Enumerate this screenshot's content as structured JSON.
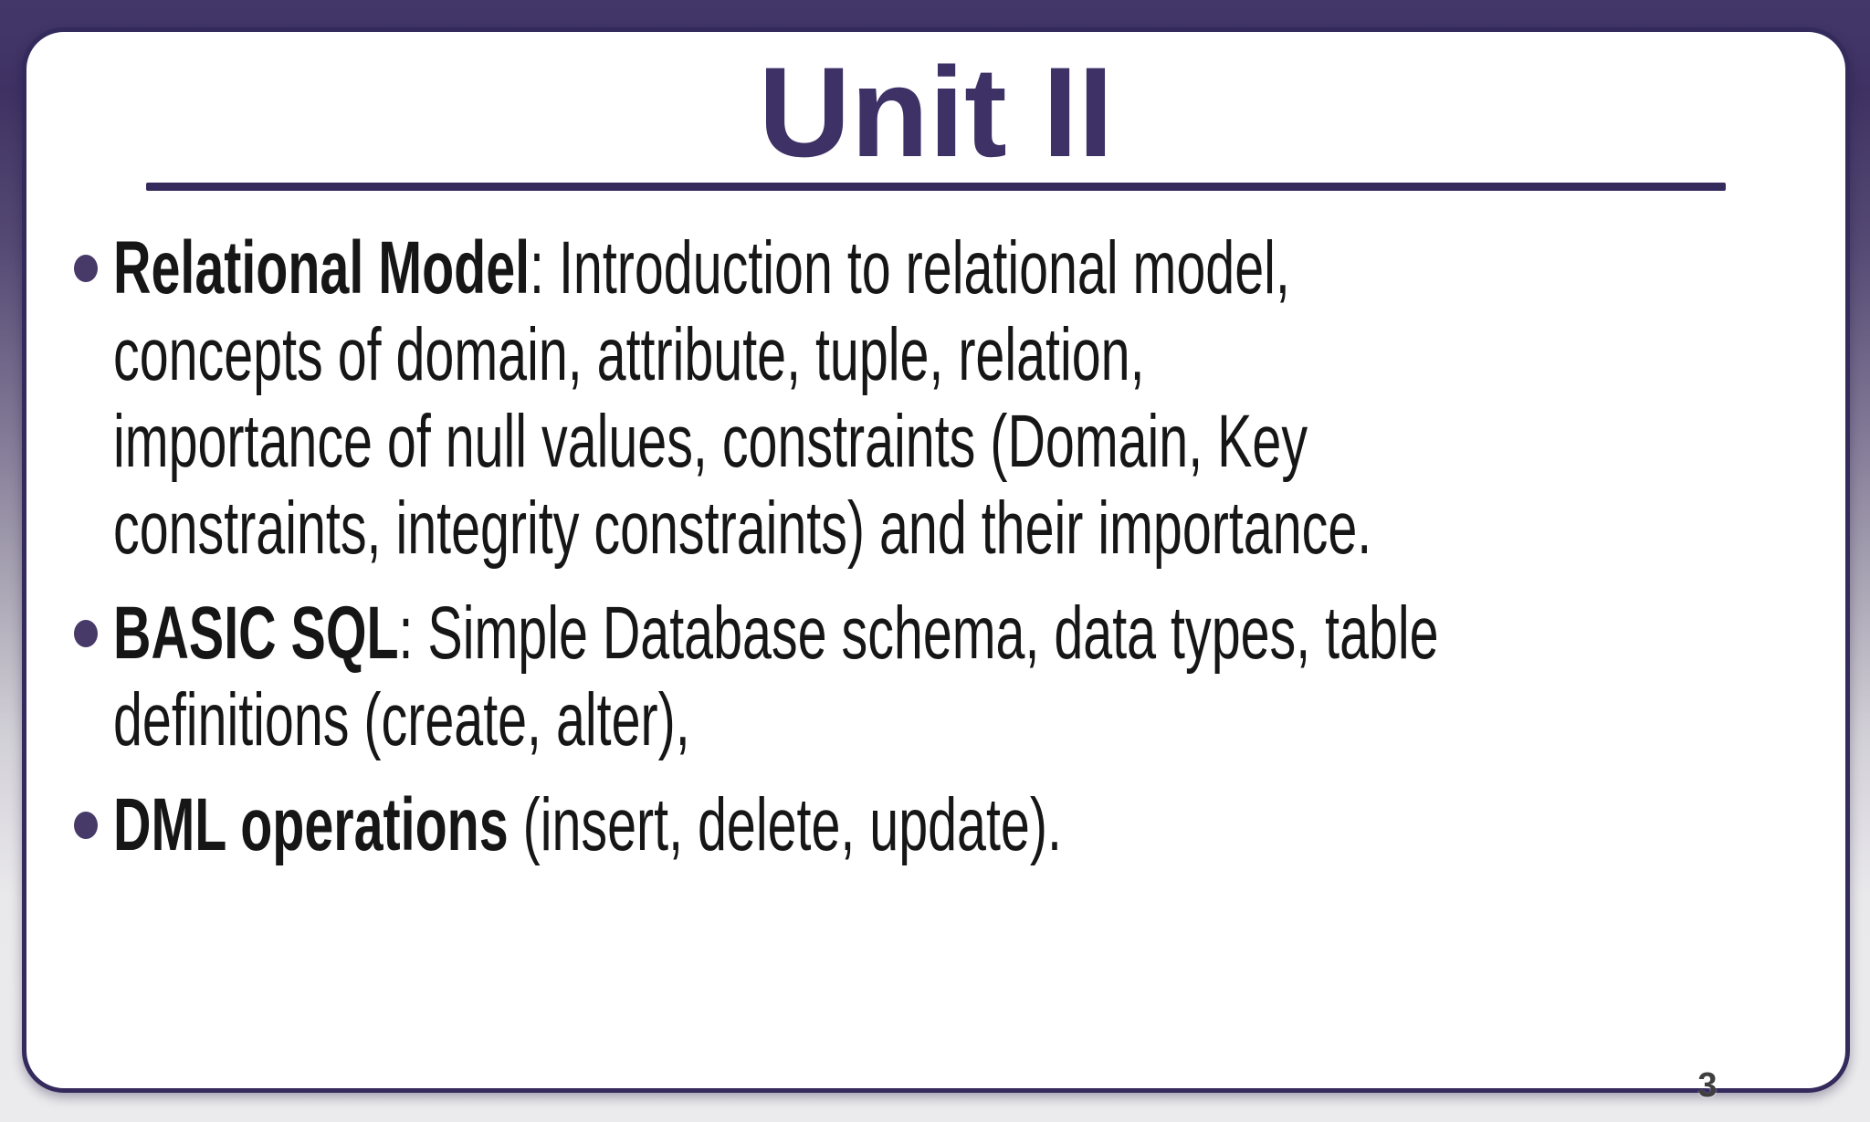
{
  "slide": {
    "title": "Unit II",
    "page_number": "3",
    "bullets": [
      {
        "bold": "Relational Model",
        "rest": ": Introduction to relational model,",
        "lines": [
          "concepts of domain, attribute, tuple, relation,",
          "importance of null values, constraints (Domain, Key",
          "constraints, integrity constraints) and their importance."
        ]
      },
      {
        "bold": "BASIC SQL",
        "rest": ": Simple Database schema, data types, table",
        "lines": [
          "definitions (create, alter),"
        ]
      },
      {
        "bold": "DML operations",
        "rest": " (insert, delete, update).",
        "lines": []
      }
    ],
    "colors": {
      "title_text": "#3e3166",
      "rule": "#362a5d",
      "card_border": "#342a5c",
      "card_bg": "#ffffff",
      "bullet_dot": "#473a68",
      "body_text": "#161616",
      "bg_top": "#43376a",
      "bg_bottom": "#ebebed",
      "page_number": "#3f3f3f"
    }
  }
}
